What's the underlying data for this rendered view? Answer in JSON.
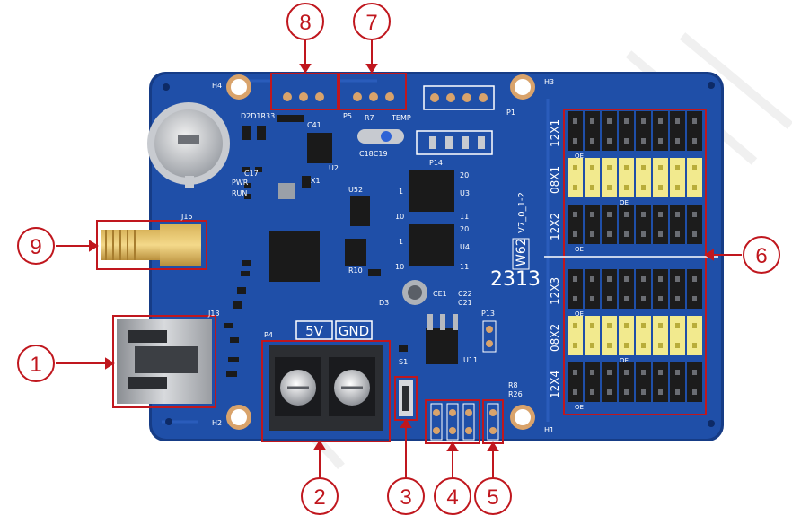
{
  "colors": {
    "board": "#1f4fa8",
    "board_edge": "#163c86",
    "callout": "#c0171e",
    "header_yellow": "#f2ea8e",
    "header_black": "#1c1c1c",
    "pad_copper": "#d9a36b"
  },
  "callouts": [
    "1",
    "2",
    "3",
    "4",
    "5",
    "6",
    "7",
    "8",
    "9"
  ],
  "silkscreen": {
    "model": "W62",
    "version": "V7_0_1-2",
    "number": "2313",
    "terminal_5v": "5V",
    "terminal_gnd": "GND",
    "header_labels": [
      "12X1",
      "08X1",
      "12X2",
      "12X3",
      "08X2",
      "12X4"
    ],
    "oe": "OE",
    "ref_p1": "P1",
    "ref_p4": "P4",
    "ref_p5": "P5",
    "ref_p13": "P13",
    "ref_p14": "P14",
    "ref_s1": "S1",
    "ref_u2": "U2",
    "ref_u3": "U3",
    "ref_u4": "U4",
    "ref_u11": "U11",
    "ref_u52": "U52",
    "ref_j13": "J13",
    "ref_j15": "J15",
    "ref_h1": "H1",
    "ref_h2": "H2",
    "ref_h3": "H3",
    "ref_h4": "H4",
    "ref_ce1": "CE1",
    "ref_temp": "TEMP",
    "ref_r26": "R26",
    "ref_r8": "R8",
    "ref_c41": "C41",
    "ref_c17": "C17",
    "ref_d2d1": "D2D1R33",
    "ref_pwr": "PWR",
    "ref_run": "RUN",
    "ref_c18c19": "C18C19",
    "ref_r10": "R10",
    "ref_d3": "D3",
    "ref_c21": "C21",
    "ref_c22": "C22",
    "ref_x1": "X1",
    "ref_r7": "R7",
    "ref_pin20a": "20",
    "ref_pin20b": "20",
    "ref_pin1a": "1",
    "ref_pin1b": "1",
    "ref_pin10a": "10",
    "ref_pin10b": "10",
    "ref_pin11a": "11",
    "ref_pin11b": "11"
  }
}
